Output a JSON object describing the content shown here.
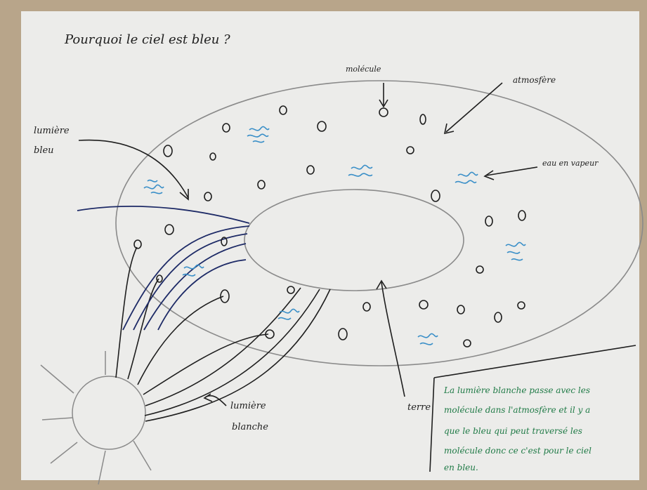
{
  "title": "Pourquoi le ciel est bleu ?",
  "labels": {
    "molecule": "molécule",
    "atmosphere": "atmosfère",
    "blue_light": [
      "lumière",
      "bleu"
    ],
    "water_vapor": "eau en vapeur",
    "earth": "terre",
    "white_light": [
      "lumière",
      "blanche"
    ]
  },
  "conclusion_lines": [
    "La lumière blanche passe avec les",
    "molécule dans l'atmosfère et il y a",
    "que le bleu qui peut traversé les",
    "molécule donc ce c'est pour le ciel",
    "en bleu."
  ],
  "colors": {
    "paper": "#ececea",
    "pencil": "#8a8a8a",
    "black_ink": "#1e1e1e",
    "navy_ink": "#1d2a66",
    "blue_ink": "#3a8fc8",
    "green_ink": "#1f7a46",
    "table": "#b8a58a"
  }
}
